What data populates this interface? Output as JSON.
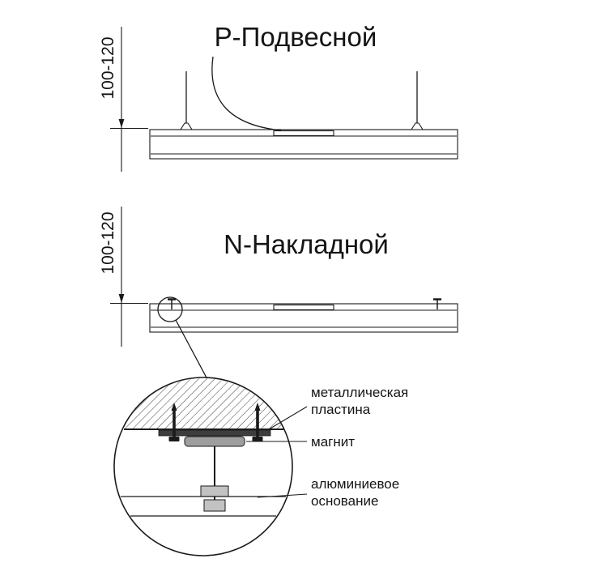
{
  "drawing": {
    "pendant_view": {
      "title": "Р-Подвесной",
      "dimension_label": "100-120"
    },
    "surface_view": {
      "title": "N-Накладной",
      "dimension_label": "100-120"
    },
    "detail_view": {
      "labels": {
        "metal_plate_line1": "металлическая",
        "metal_plate_line2": "пластина",
        "magnet": "магнит",
        "aluminum_base_line1": "алюминиевое",
        "aluminum_base_line2": "основание"
      }
    },
    "colors": {
      "line": "#1a1a1a",
      "magnet_fill": "#9e9e9e",
      "base_fill": "#c2c2c2",
      "plate_fill": "#3d3d3d"
    }
  }
}
